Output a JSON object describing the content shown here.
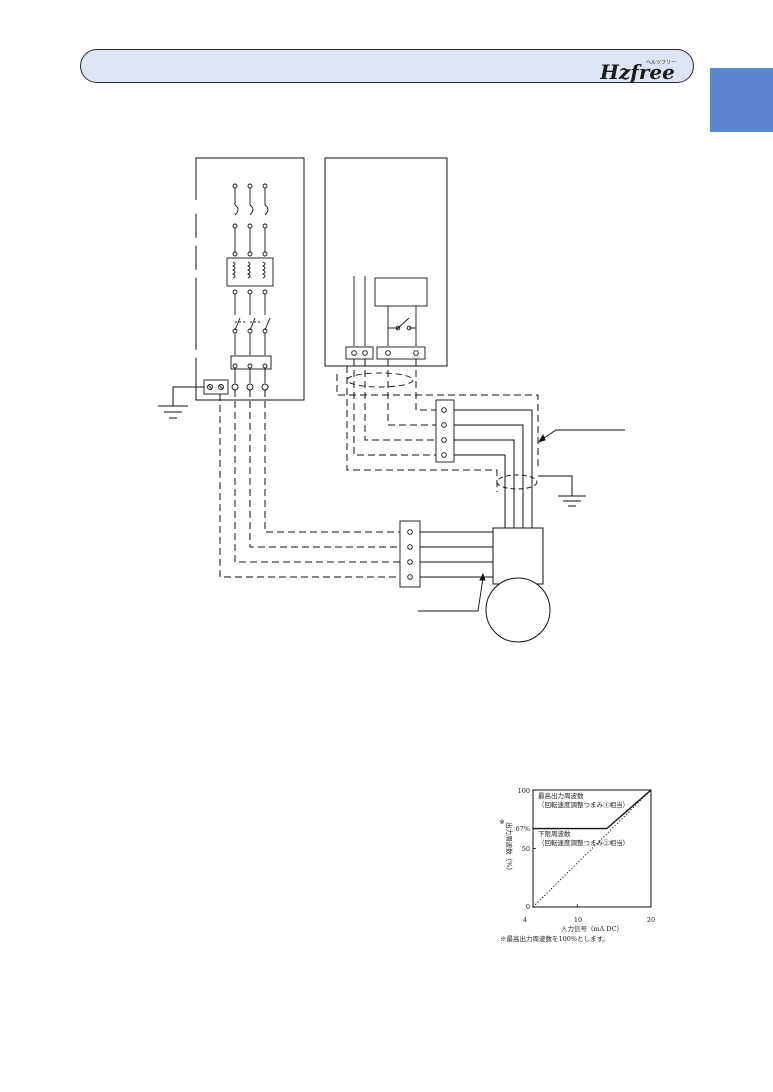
{
  "header": {
    "brand_main": "Hzfree",
    "brand_kana": "ヘルツフリー",
    "bar_color": "#dde4f3",
    "tab_color": "#5b86cf"
  },
  "chart_data": {
    "type": "line",
    "xlabel": "入力信号（mA DC）",
    "ylabel": "出力周波数（%）",
    "ylabel_mark": "※",
    "xlim": [
      4,
      20
    ],
    "ylim": [
      0,
      100
    ],
    "x_ticks": [
      "4",
      "10",
      "20"
    ],
    "y_ticks": [
      "0",
      "50",
      "67%",
      "100"
    ],
    "series": [
      {
        "style": "solid",
        "x": [
          4,
          14,
          20
        ],
        "y": [
          67,
          67,
          100
        ]
      },
      {
        "style": "dotted",
        "x": [
          4,
          20
        ],
        "y": [
          0,
          100
        ]
      }
    ],
    "annotations": [
      {
        "line1": "最高出力周波数",
        "line2": "（回転速度調整つまみ①相当）"
      },
      {
        "line1": "下限周波数",
        "line2": "（回転速度調整つまみ②相当）"
      }
    ],
    "footnote": "※最高出力周波数を100%とします。"
  }
}
